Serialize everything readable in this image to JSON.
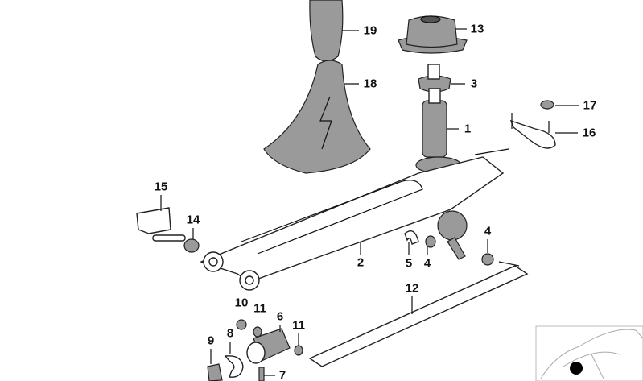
{
  "diagram": {
    "type": "exploded-parts-view",
    "callouts": [
      "19",
      "13",
      "18",
      "3",
      "17",
      "1",
      "16",
      "15",
      "14",
      "2",
      "5",
      "4",
      "4",
      "12",
      "10",
      "11",
      "6",
      "11",
      "9",
      "8",
      "7"
    ]
  },
  "thumbnail": {
    "icon": "car-location-thumbnail",
    "marker_color": "#000000"
  }
}
